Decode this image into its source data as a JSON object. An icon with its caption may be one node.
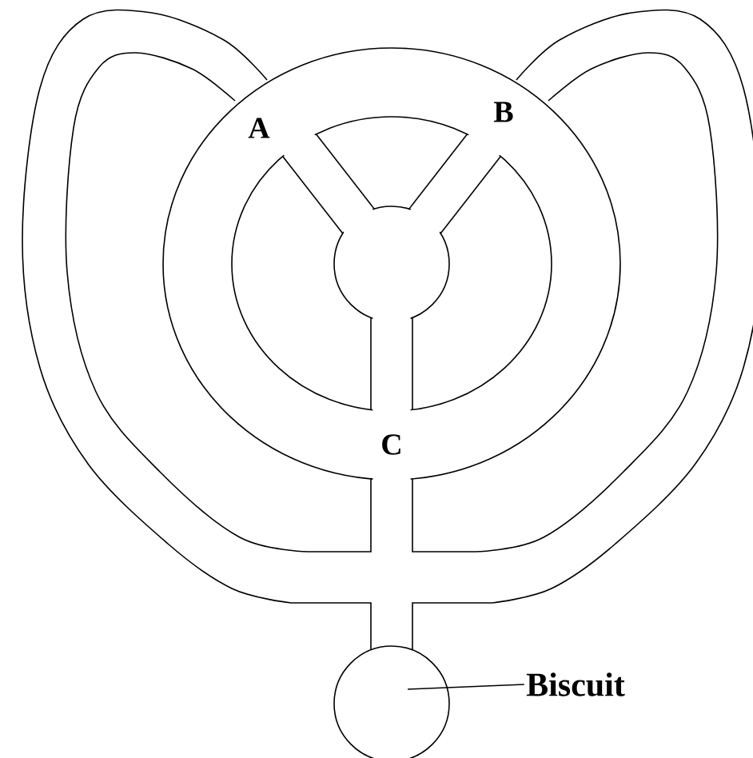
{
  "diagram": {
    "nodes": [
      {
        "text": [
          "Biscuit"
        ]
      },
      {
        "text": [],
        "shape": "circle"
      }
    ],
    "edges": [
      {
        "from": 0,
        "to": 1,
        "arrow": "none"
      }
    ],
    "labels": [
      "A",
      "B",
      "C"
    ]
  }
}
